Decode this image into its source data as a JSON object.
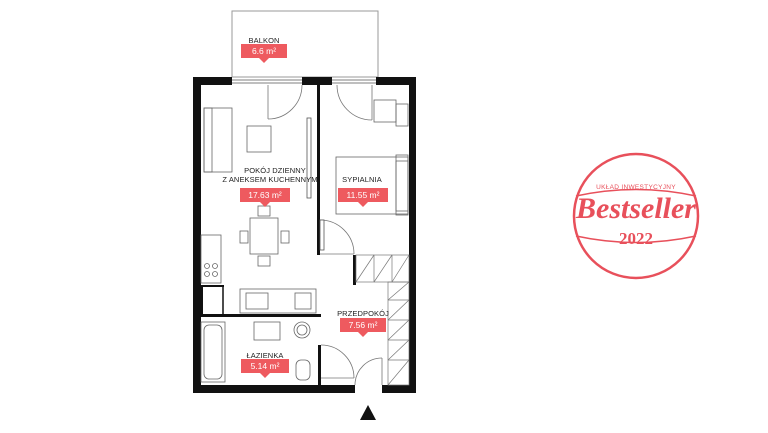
{
  "rooms": {
    "balkon": {
      "label": "BALKON",
      "area": "6.6 m²"
    },
    "living": {
      "label_line1": "POKÓJ DZIENNY",
      "label_line2": "Z ANEKSEM KUCHENNYM",
      "area": "17.63 m²"
    },
    "bedroom": {
      "label": "SYPIALNIA",
      "area": "11.55 m²"
    },
    "hall": {
      "label": "PRZEDPOKÓJ",
      "area": "7.56 m²"
    },
    "bathroom": {
      "label": "ŁAZIENKA",
      "area": "5.14 m²"
    }
  },
  "badge": {
    "top_text": "UKŁAD INWESTYCYJNY",
    "main_text": "Bestseller",
    "year": "2022",
    "color": "#e8505b"
  },
  "colors": {
    "accent": "#ee5a5f",
    "wall": "#111111"
  }
}
